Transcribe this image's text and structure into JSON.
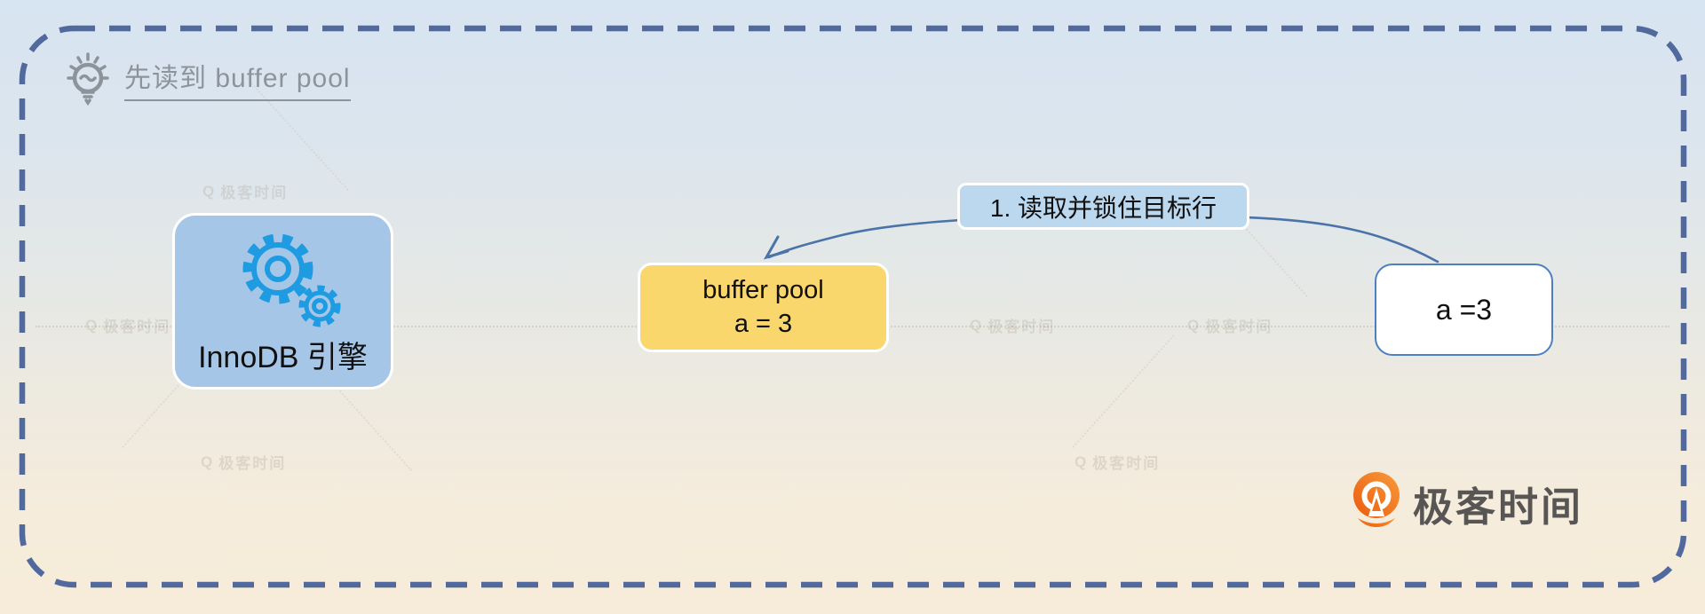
{
  "title": {
    "text": "先读到 buffer pool"
  },
  "nodes": {
    "innodb": {
      "label": "InnoDB 引擎"
    },
    "buffer_pool": {
      "line1": "buffer pool",
      "line2": "a = 3"
    },
    "target_row": {
      "label": "a =3"
    }
  },
  "connector": {
    "step_label": "1. 读取并锁住目标行"
  },
  "branding": {
    "logo_text": "极客时间"
  },
  "watermark": {
    "text": "极客时间",
    "logo_glyph": "Q"
  },
  "colors": {
    "canvas_top": "#d7e4f1",
    "canvas_bottom": "#f7ecda",
    "frame_dash": "#51699c",
    "innodb_fill": "#a6c6e8",
    "gear_blue": "#1f9ce1",
    "buffer_fill": "#f9d76c",
    "step_label_fill": "#bcd8ee",
    "target_row_border": "#4d7fc4",
    "arrow": "#4a73a9",
    "brand_orange": "#f1751d",
    "title_gray": "#8d939a"
  }
}
